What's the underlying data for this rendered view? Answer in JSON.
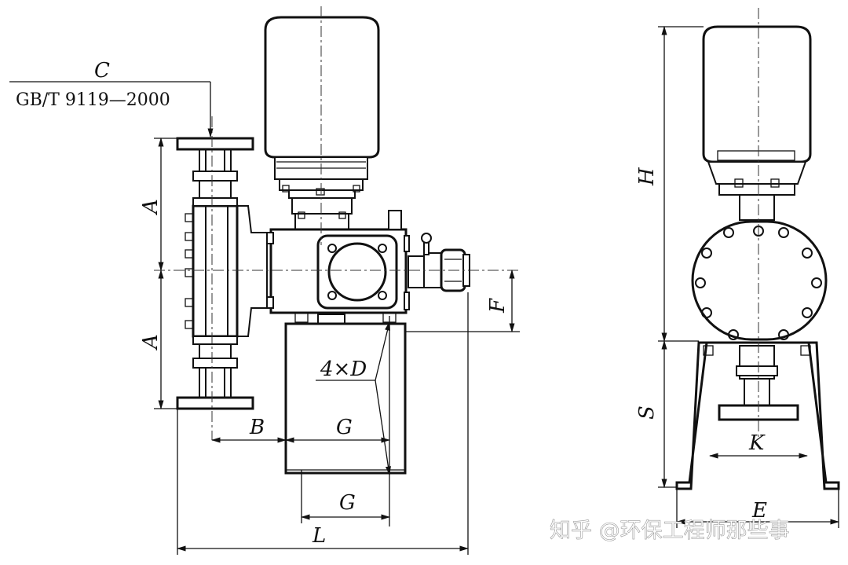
{
  "standard": {
    "code_label": "C",
    "standard_ref": "GB/T 9119—2000"
  },
  "dimensions": {
    "A_upper": "A",
    "A_lower": "A",
    "B": "B",
    "G_upper": "G",
    "G_lower": "G",
    "F": "F",
    "L": "L",
    "D": "4×D",
    "H": "H",
    "S": "S",
    "K": "K",
    "E": "E"
  },
  "watermark": "知乎 @环保工程师那些事"
}
